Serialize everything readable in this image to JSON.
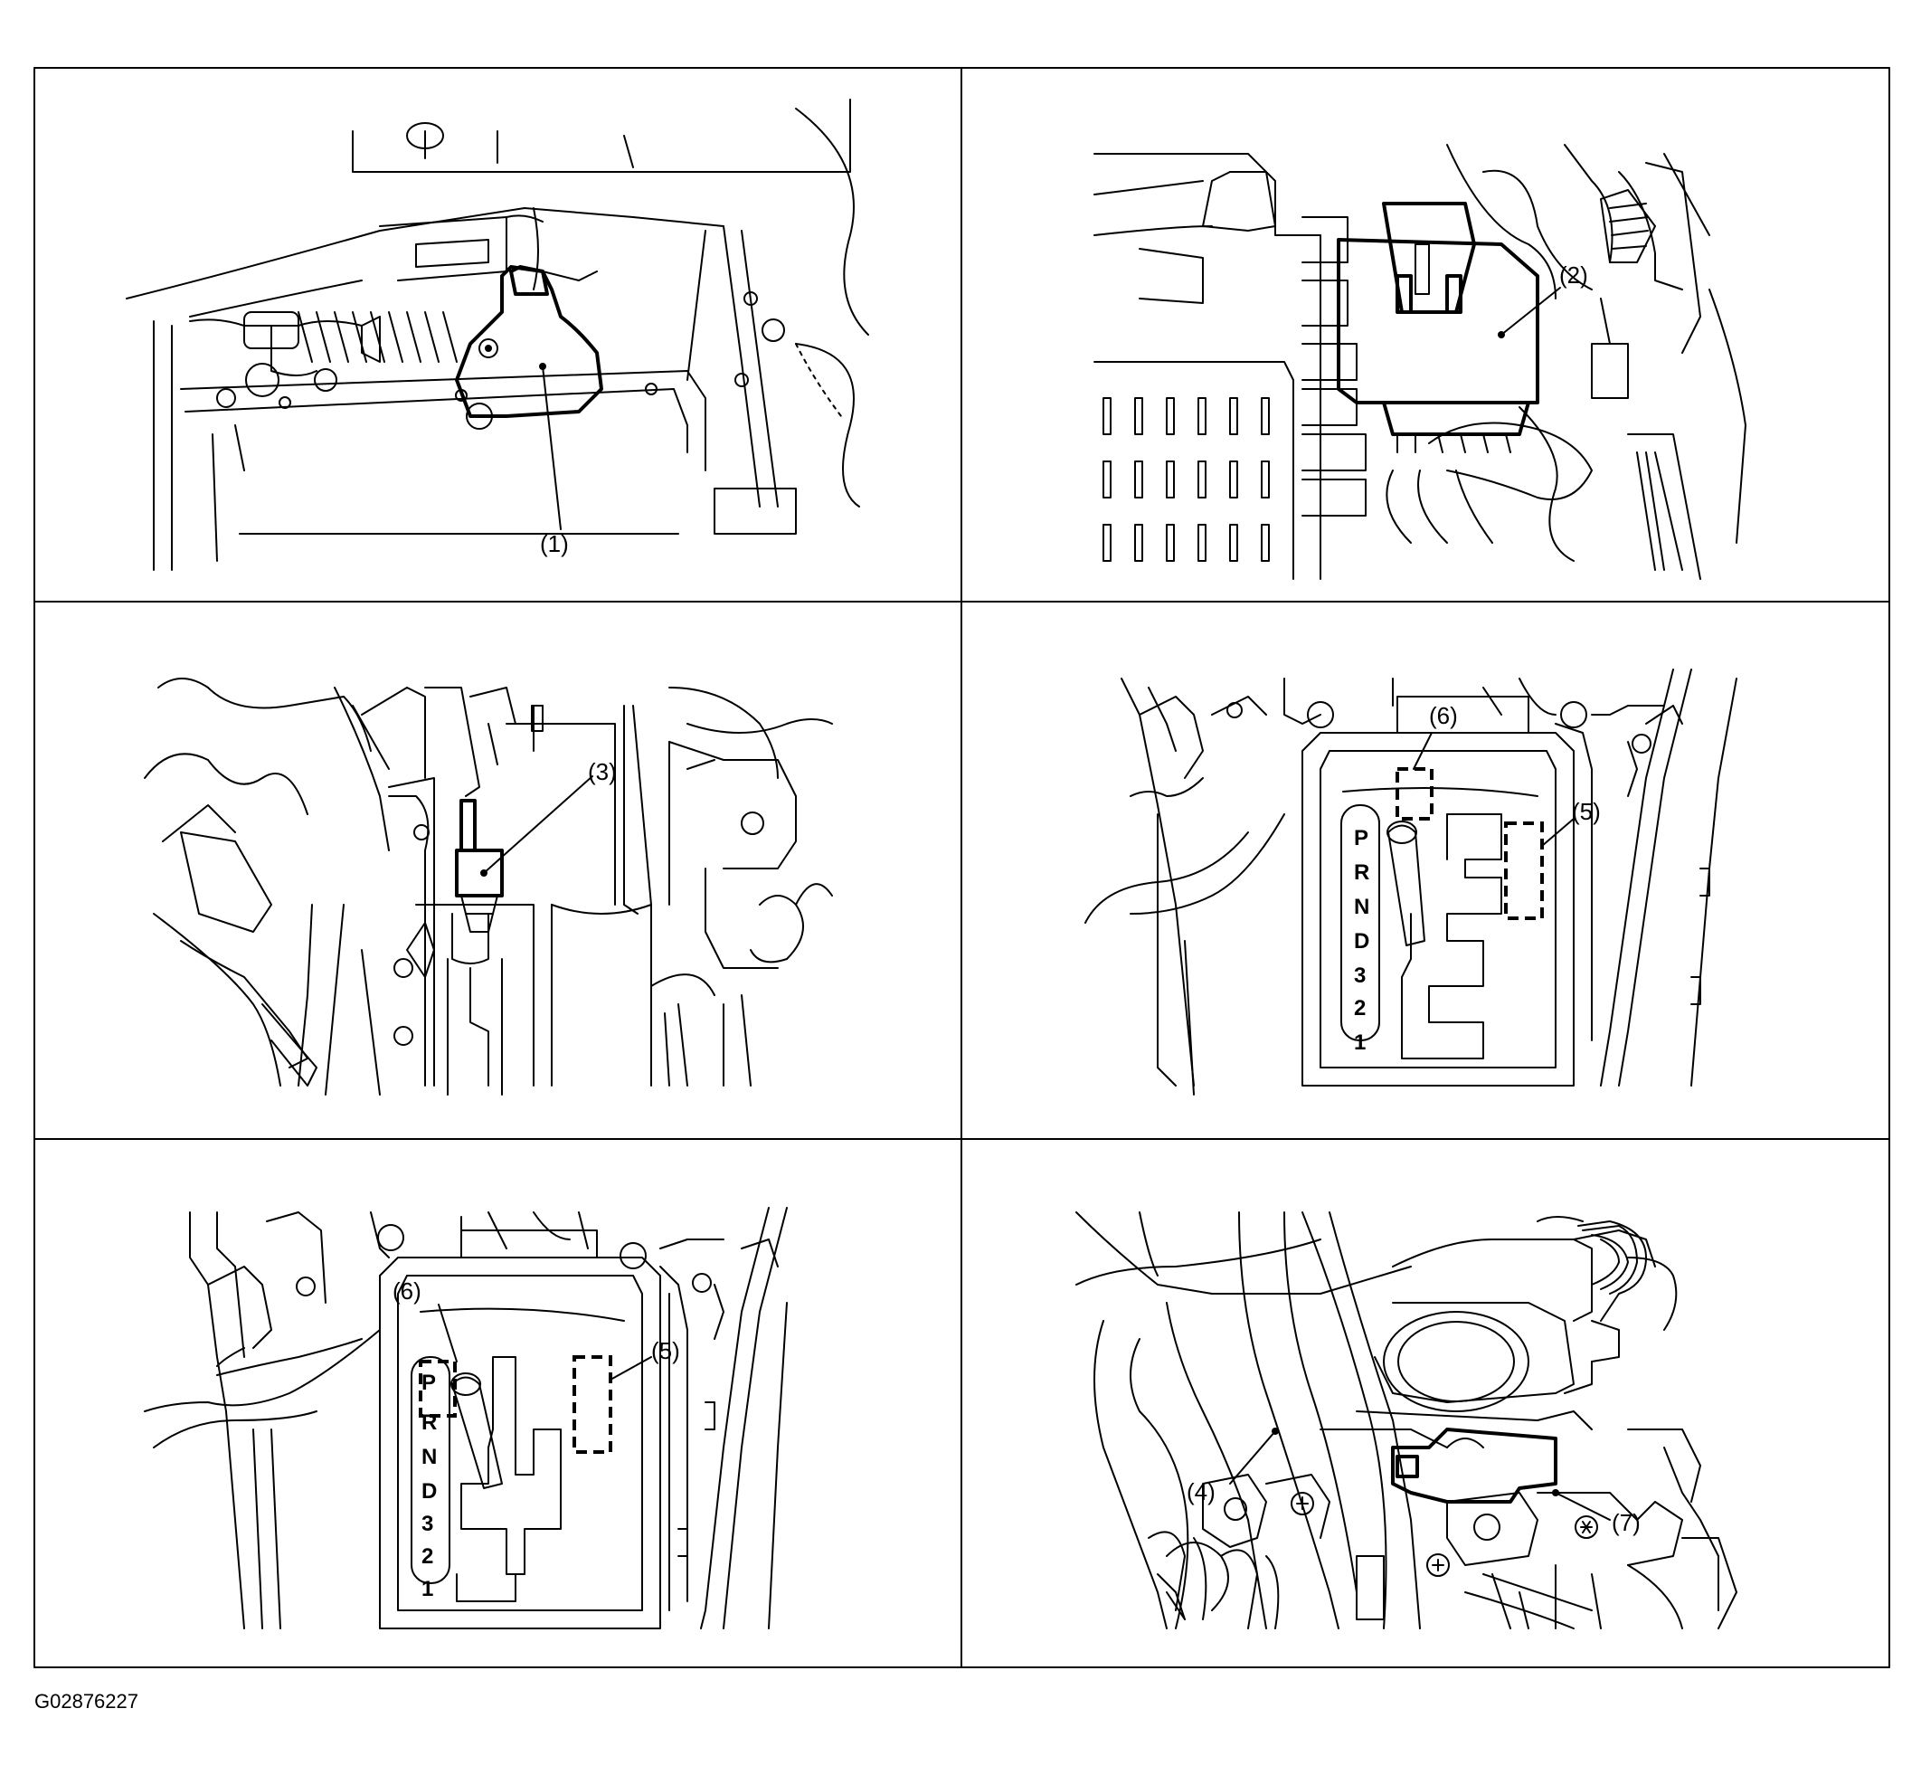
{
  "figure_id": "G02876227",
  "panels": [
    {
      "callouts": [
        "(1)"
      ]
    },
    {
      "callouts": [
        "(2)"
      ]
    },
    {
      "callouts": [
        "(3)"
      ]
    },
    {
      "callouts": [
        "(6)",
        "(5)"
      ],
      "gear_positions": [
        "P",
        "R",
        "N",
        "D",
        "3",
        "2",
        "1"
      ]
    },
    {
      "callouts": [
        "(6)",
        "(5)"
      ],
      "gear_positions": [
        "P",
        "R",
        "N",
        "D",
        "3",
        "2",
        "1"
      ]
    },
    {
      "callouts": [
        "(4)",
        "(7)"
      ]
    }
  ]
}
